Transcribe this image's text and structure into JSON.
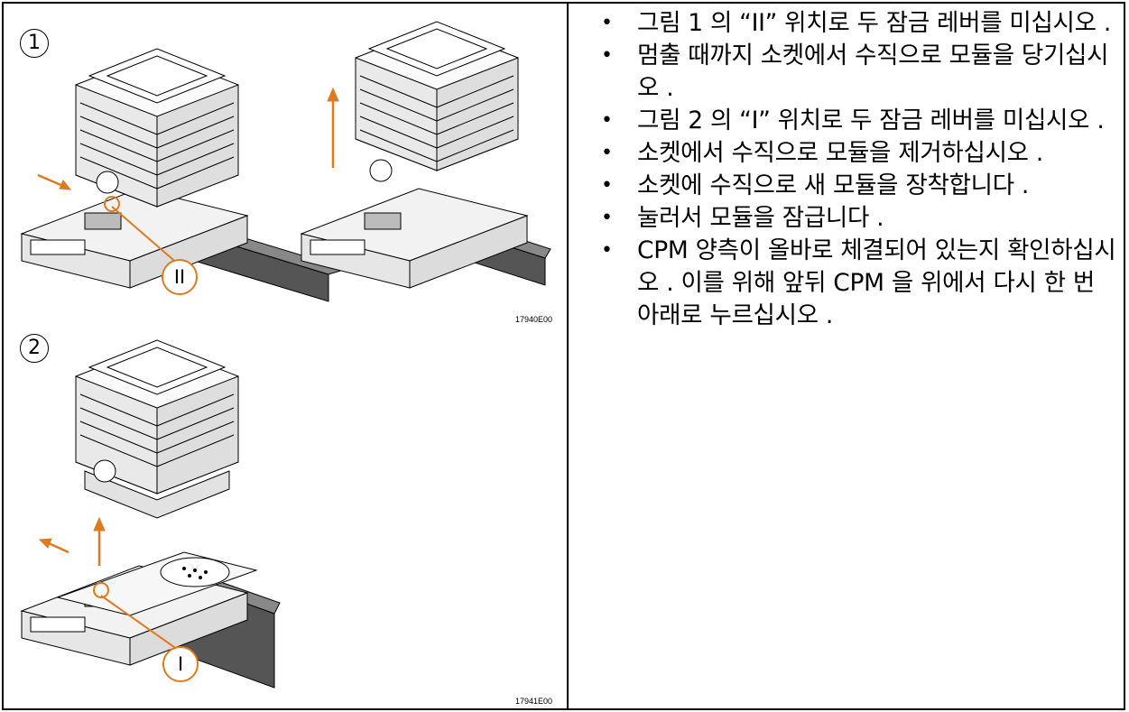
{
  "figures": [
    {
      "number": "1",
      "callout": "II",
      "code": "17940E00"
    },
    {
      "number": "2",
      "callout": "I",
      "code": "17941E00"
    }
  ],
  "instructions": [
    "그림 1 의 “II” 위치로 두 잠금 레버를 미십시오 .",
    "멈출 때까지 소켓에서 수직으로 모듈을 당기십시오 .",
    "그림 2 의 “I” 위치로 두 잠금 레버를 미십시오 .",
    "소켓에서 수직으로 모듈을 제거하십시오 .",
    "소켓에 수직으로 새 모듈을 장착합니다 .",
    "눌러서 모듈을 잠급니다 .",
    "CPM 양측이 올바로 체결되어 있는지 확인하십시오 . 이를 위해 앞뒤 CPM 을 위에서 다시 한 번 아래로 누르십시오 ."
  ],
  "colors": {
    "accent": "#e07a1f",
    "line": "#000000",
    "rail": "#555555"
  }
}
